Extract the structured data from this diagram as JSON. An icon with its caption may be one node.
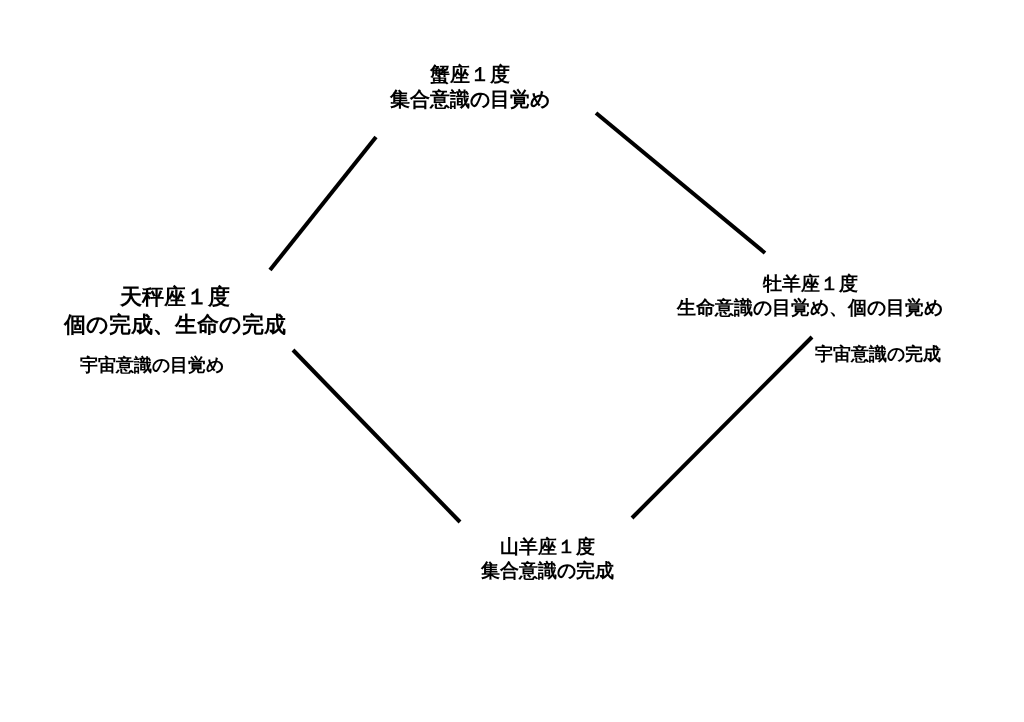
{
  "diagram": {
    "nodes": [
      {
        "text": [
          "蟹座１度",
          "集合意識の目覚め"
        ]
      },
      {
        "text": [
          "天秤座１度",
          "個の完成、生命の完成"
        ],
        "beside": [
          "宇宙意識の目覚め"
        ]
      },
      {
        "text": [
          "牡羊座１度",
          "生命意識の目覚め、個の目覚め"
        ],
        "beside": [
          "宇宙意識の完成"
        ]
      },
      {
        "text": [
          "山羊座１度",
          "集合意識の完成"
        ]
      }
    ],
    "edges": [
      {
        "from": 0,
        "to": 1,
        "arrow": "none"
      },
      {
        "from": 0,
        "to": 2,
        "arrow": "none"
      },
      {
        "from": 1,
        "to": 3,
        "arrow": "none"
      },
      {
        "from": 2,
        "to": 3,
        "arrow": "none"
      }
    ]
  }
}
